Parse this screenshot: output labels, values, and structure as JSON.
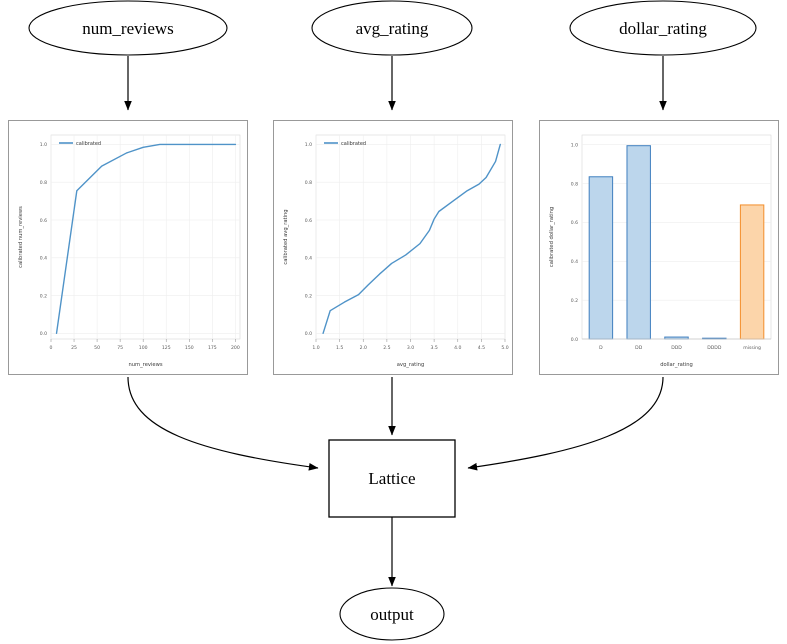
{
  "diagram": {
    "type": "flowchart",
    "input_nodes": [
      {
        "id": "num_reviews",
        "label": "num_reviews"
      },
      {
        "id": "avg_rating",
        "label": "avg_rating"
      },
      {
        "id": "dollar_rating",
        "label": "dollar_rating"
      }
    ],
    "process_node": {
      "id": "lattice",
      "label": "Lattice"
    },
    "output_node": {
      "id": "output",
      "label": "output"
    },
    "colors": {
      "line": "#4f93c8",
      "bar_fill": "#bcd6ec",
      "bar_edge": "#3f7fbf",
      "bar_fill_alt": "#fcd5aa",
      "bar_edge_alt": "#f28e2b",
      "panel_border": "#999999",
      "grid": "#eeeeee",
      "text": "#000000"
    }
  },
  "chart_data": [
    {
      "type": "line",
      "title": "",
      "xlabel": "num_reviews",
      "ylabel": "calibrated num_reviews",
      "legend": [
        "calibrated"
      ],
      "legend_position": "upper left",
      "grid": true,
      "xlim": [
        0,
        205
      ],
      "ylim": [
        -0.03,
        1.05
      ],
      "xticks": [
        "0",
        "25",
        "50",
        "75",
        "100",
        "125",
        "150",
        "175",
        "200"
      ],
      "xtick_values": [
        0,
        25,
        50,
        75,
        100,
        125,
        150,
        175,
        200
      ],
      "yticks": [
        "0.0",
        "0.2",
        "0.4",
        "0.6",
        "0.8",
        "1.0"
      ],
      "ytick_values": [
        0.0,
        0.2,
        0.4,
        0.6,
        0.8,
        1.0
      ],
      "x": [
        6,
        28,
        55,
        82,
        100,
        118,
        140,
        170,
        200
      ],
      "y": [
        0.0,
        0.755,
        0.885,
        0.955,
        0.985,
        1.0,
        1.0,
        1.0,
        1.0
      ]
    },
    {
      "type": "line",
      "title": "",
      "xlabel": "avg_rating",
      "ylabel": "calibrated avg_rating",
      "legend": [
        "calibrated"
      ],
      "legend_position": "upper left",
      "grid": true,
      "xlim": [
        1.0,
        5.0
      ],
      "ylim": [
        -0.03,
        1.05
      ],
      "xticks": [
        "1.0",
        "1.5",
        "2.0",
        "2.5",
        "3.0",
        "3.5",
        "4.0",
        "4.5",
        "5.0"
      ],
      "xtick_values": [
        1.0,
        1.5,
        2.0,
        2.5,
        3.0,
        3.5,
        4.0,
        4.5,
        5.0
      ],
      "yticks": [
        "0.0",
        "0.2",
        "0.4",
        "0.6",
        "0.8",
        "1.0"
      ],
      "ytick_values": [
        0.0,
        0.2,
        0.4,
        0.6,
        0.8,
        1.0
      ],
      "x": [
        1.15,
        1.3,
        1.6,
        1.9,
        2.1,
        2.35,
        2.6,
        2.9,
        3.2,
        3.4,
        3.5,
        3.6,
        3.9,
        4.2,
        4.45,
        4.6,
        4.8,
        4.9
      ],
      "y": [
        0.0,
        0.12,
        0.165,
        0.205,
        0.255,
        0.315,
        0.37,
        0.415,
        0.475,
        0.545,
        0.605,
        0.645,
        0.7,
        0.755,
        0.79,
        0.825,
        0.91,
        1.0
      ]
    },
    {
      "type": "bar",
      "title": "",
      "xlabel": "dollar_rating",
      "ylabel": "calibrated dollar_rating",
      "grid": true,
      "ylim": [
        0.0,
        1.05
      ],
      "yticks": [
        "0.0",
        "0.2",
        "0.4",
        "0.6",
        "0.8",
        "1.0"
      ],
      "ytick_values": [
        0.0,
        0.2,
        0.4,
        0.6,
        0.8,
        1.0
      ],
      "categories": [
        "D",
        "DD",
        "DDD",
        "DDDD",
        "missing"
      ],
      "values": [
        0.835,
        0.995,
        0.01,
        0.0,
        0.69
      ],
      "bar_colors": [
        "#bcd6ec",
        "#bcd6ec",
        "#bcd6ec",
        "#bcd6ec",
        "#fcd5aa"
      ],
      "bar_edge_colors": [
        "#3f7fbf",
        "#3f7fbf",
        "#3f7fbf",
        "#3f7fbf",
        "#f28e2b"
      ]
    }
  ]
}
